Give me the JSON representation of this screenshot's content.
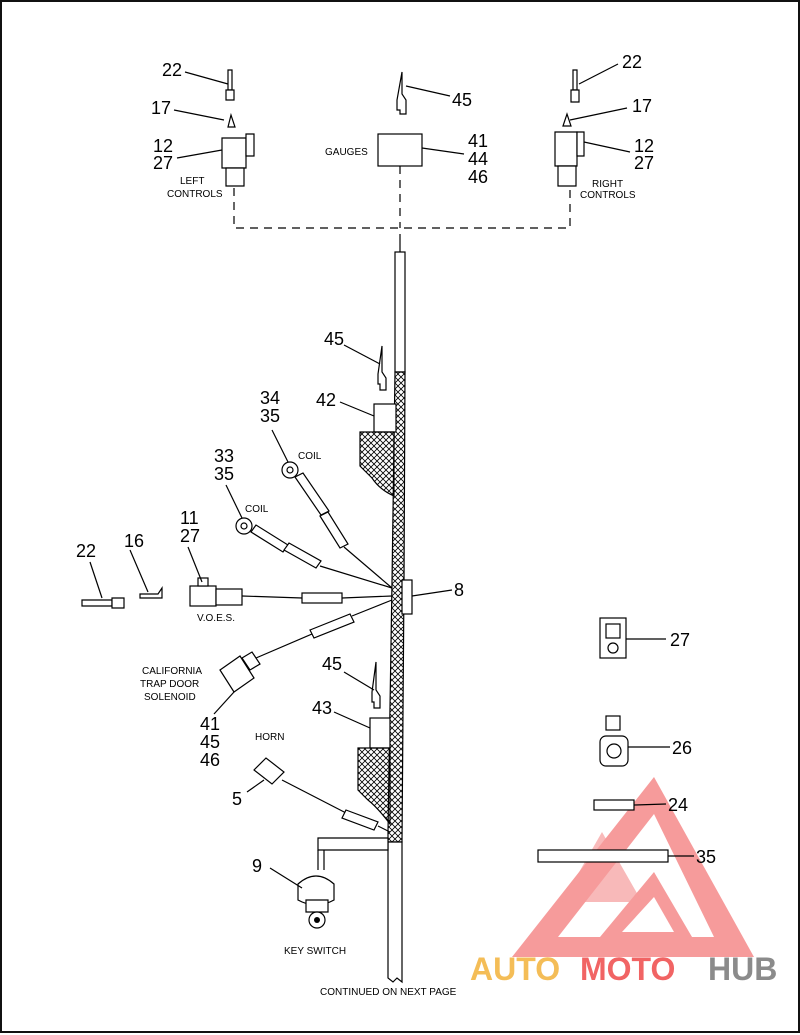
{
  "diagram": {
    "callouts": {
      "top_left_22": "22",
      "top_left_17": "17",
      "top_left_12": "12",
      "top_left_27": "27",
      "top_mid_45": "45",
      "top_mid_41": "41",
      "top_mid_44": "44",
      "top_mid_46": "46",
      "top_right_22": "22",
      "top_right_17": "17",
      "top_right_12": "12",
      "top_right_27": "27",
      "c45_upper": "45",
      "c42": "42",
      "c34": "34",
      "c35_a": "35",
      "c33": "33",
      "c35_b": "35",
      "c11": "11",
      "c27_voes": "27",
      "c22_left": "22",
      "c16": "16",
      "c8": "8",
      "c45_lower": "45",
      "c43": "43",
      "c41": "41",
      "c45_sol": "45",
      "c46": "46",
      "c5": "5",
      "c9": "9",
      "c27_side": "27",
      "c26_side": "26",
      "c24_side": "24",
      "c35_side": "35"
    },
    "labels": {
      "left_controls_1": "LEFT",
      "left_controls_2": "CONTROLS",
      "gauges": "GAUGES",
      "right_controls_1": "RIGHT",
      "right_controls_2": "CONTROLS",
      "coil_upper": "COIL",
      "coil_lower": "COIL",
      "voes": "V.O.E.S.",
      "california_1": "CALIFORNIA",
      "california_2": "TRAP DOOR",
      "california_3": "SOLENOID",
      "horn": "HORN",
      "key_switch": "KEY SWITCH",
      "continued": "CONTINUED ON NEXT PAGE"
    }
  },
  "watermark": {
    "part_auto": "AUTO",
    "part_moto": "MOTO",
    "part_hub": "HUB",
    "colors": {
      "auto": "#f3b23a",
      "moto": "#ef4a4a",
      "hub": "#777777",
      "triangle": "#ef4a4a"
    }
  }
}
